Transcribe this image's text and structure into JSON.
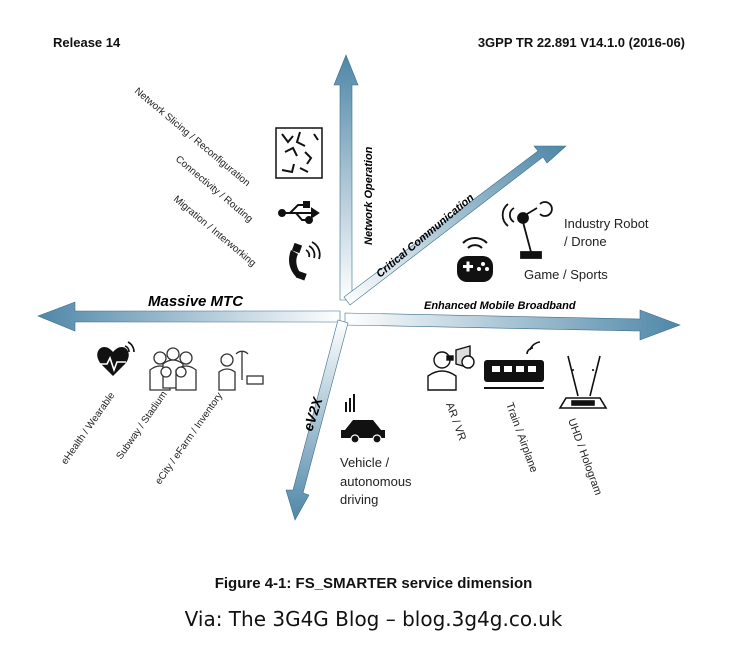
{
  "header": {
    "release": "Release 14",
    "spec": "3GPP TR 22.891 V14.1.0 (2016-06)"
  },
  "axes": {
    "network_operation": "Network Operation",
    "critical_communication": "Critical Communication",
    "massive_mtc": "Massive MTC",
    "enhanced_mbb": "Enhanced Mobile Broadband",
    "ev2x": "eV2X"
  },
  "items": {
    "network_slicing": "Network Slicing / Reconfiguration",
    "connectivity": "Connectivity / Routing",
    "migration": "Migration / Interworking",
    "industry_robot_1": "Industry Robot",
    "industry_robot_2": "/ Drone",
    "game_sports": "Game / Sports",
    "ehealth": "eHealth / Wearable",
    "subway": "Subway / Stadium",
    "ecity": "eCity / eFarm / Inventory",
    "vehicle_1": "Vehicle /",
    "vehicle_2": "autonomous",
    "vehicle_3": "driving",
    "ar_vr": "AR / VR",
    "train": "Train / Airplane",
    "uhd": "UHD / Hologram"
  },
  "caption": "Figure 4-1: FS_SMARTER service dimension",
  "footer": "Via: The 3G4G Blog – blog.3g4g.co.uk",
  "colors": {
    "arrow_dark": "#4f87a8",
    "arrow_light": "#e6f1f7"
  }
}
